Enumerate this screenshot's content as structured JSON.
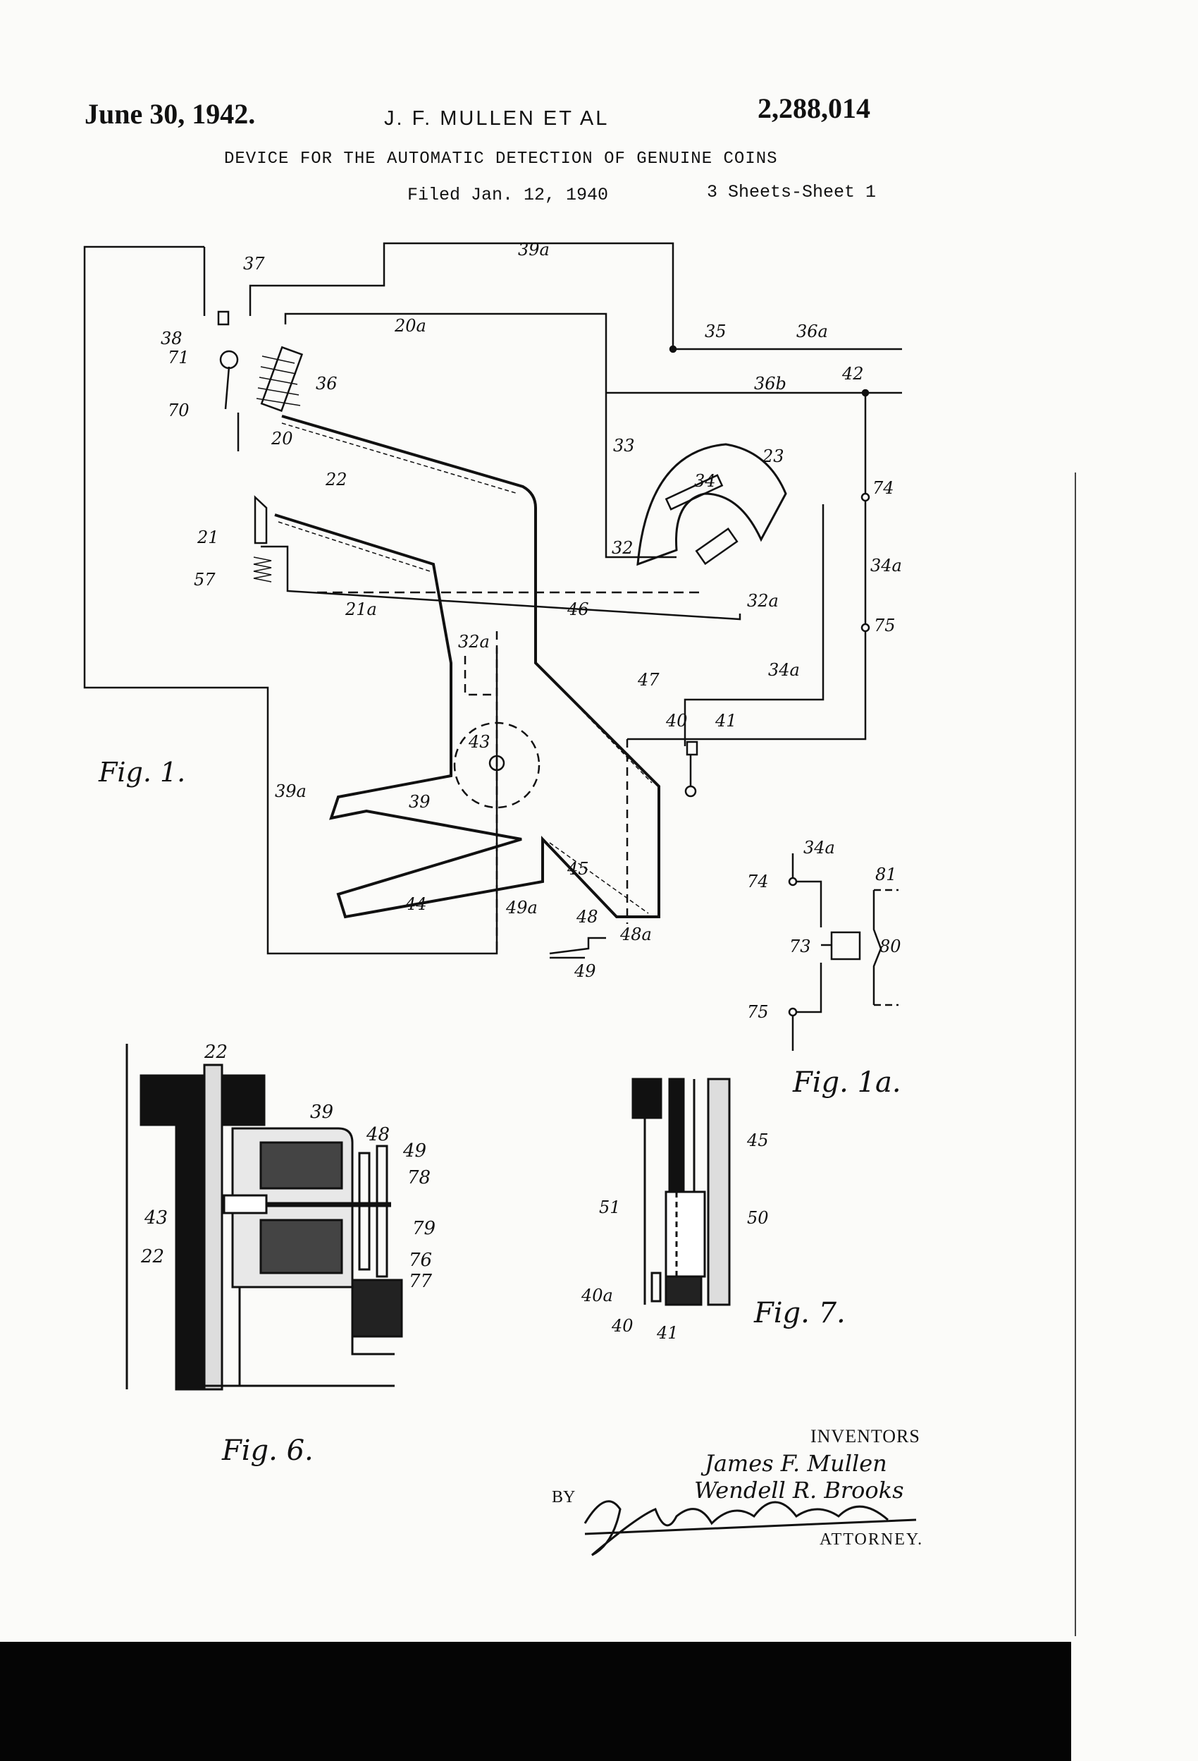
{
  "header": {
    "date": "June 30, 1942.",
    "inventor": "J. F. MULLEN ET AL",
    "patent_number": "2,288,014",
    "title": "DEVICE FOR THE AUTOMATIC DETECTION OF GENUINE COINS",
    "filed": "Filed Jan. 12, 1940",
    "sheets": "3 Sheets-Sheet 1"
  },
  "figures": {
    "fig1": "Fig. 1.",
    "fig1a": "Fig. 1a.",
    "fig6": "Fig. 6.",
    "fig7": "Fig. 7."
  },
  "fig1_labels": [
    "37",
    "39a",
    "38",
    "20a",
    "35",
    "36a",
    "71",
    "36",
    "36b",
    "42",
    "70",
    "20",
    "22",
    "33",
    "34",
    "23",
    "21",
    "74",
    "57",
    "32",
    "34a",
    "21a",
    "46",
    "32a",
    "32a",
    "75",
    "34a",
    "47",
    "40",
    "41",
    "43",
    "39a",
    "39",
    "45",
    "44",
    "49a",
    "48",
    "48a",
    "49"
  ],
  "fig1a_labels": [
    "34a",
    "81",
    "74",
    "73",
    "80",
    "75"
  ],
  "fig6_labels": [
    "22",
    "39",
    "48",
    "49",
    "78",
    "43",
    "79",
    "22",
    "76",
    "77"
  ],
  "fig7_labels": [
    "45",
    "51",
    "50",
    "40a",
    "40",
    "41"
  ],
  "signature": {
    "inventors_label": "INVENTORS",
    "inventor_1": "James F. Mullen",
    "inventor_2": "Wendell R. Brooks",
    "by": "BY",
    "attorney_label": "ATTORNEY."
  }
}
